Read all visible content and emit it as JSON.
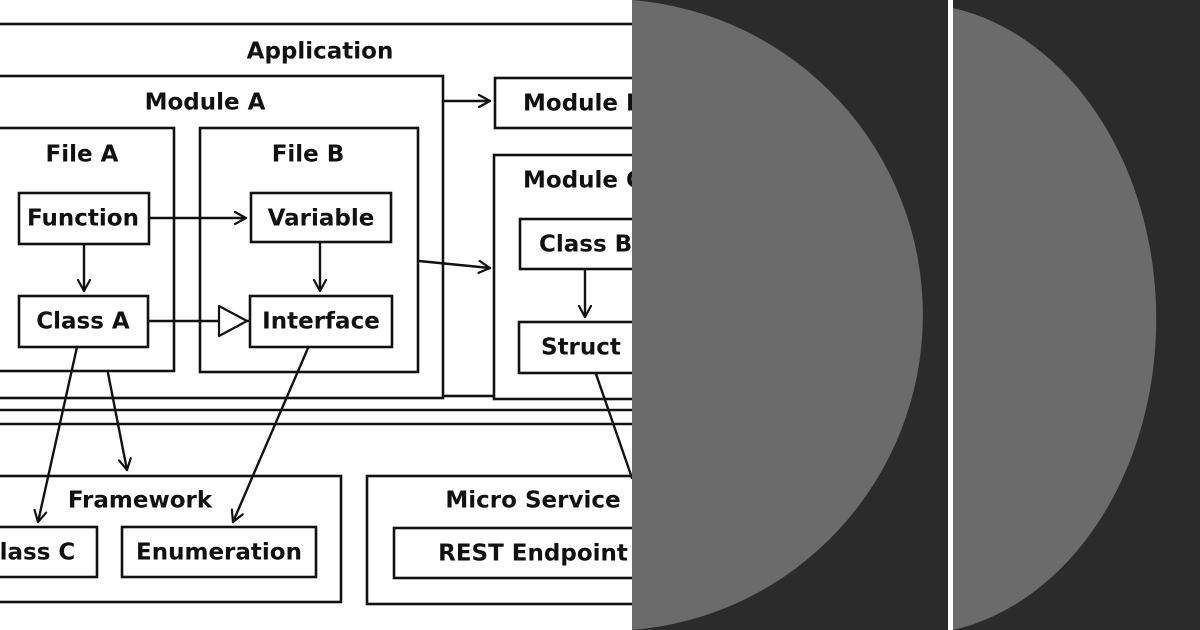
{
  "diagram": {
    "application": "Application",
    "module_a": "Module A",
    "module_b": "Module B",
    "module_c": "Module C",
    "file_a": "File A",
    "file_b": "File B",
    "function": "Function",
    "variable": "Variable",
    "class_a": "Class A",
    "interface": "Interface",
    "class_b": "Class B",
    "struct": "Struct",
    "framework": "Framework",
    "class_c": "Class C",
    "enumeration": "Enumeration",
    "micro_service": "Micro Service",
    "rest_endpoint": "REST Endpoint"
  },
  "panels": {
    "background": "#2b2b2b",
    "disc": "#6b6b6b",
    "divider": "#ffffff"
  }
}
